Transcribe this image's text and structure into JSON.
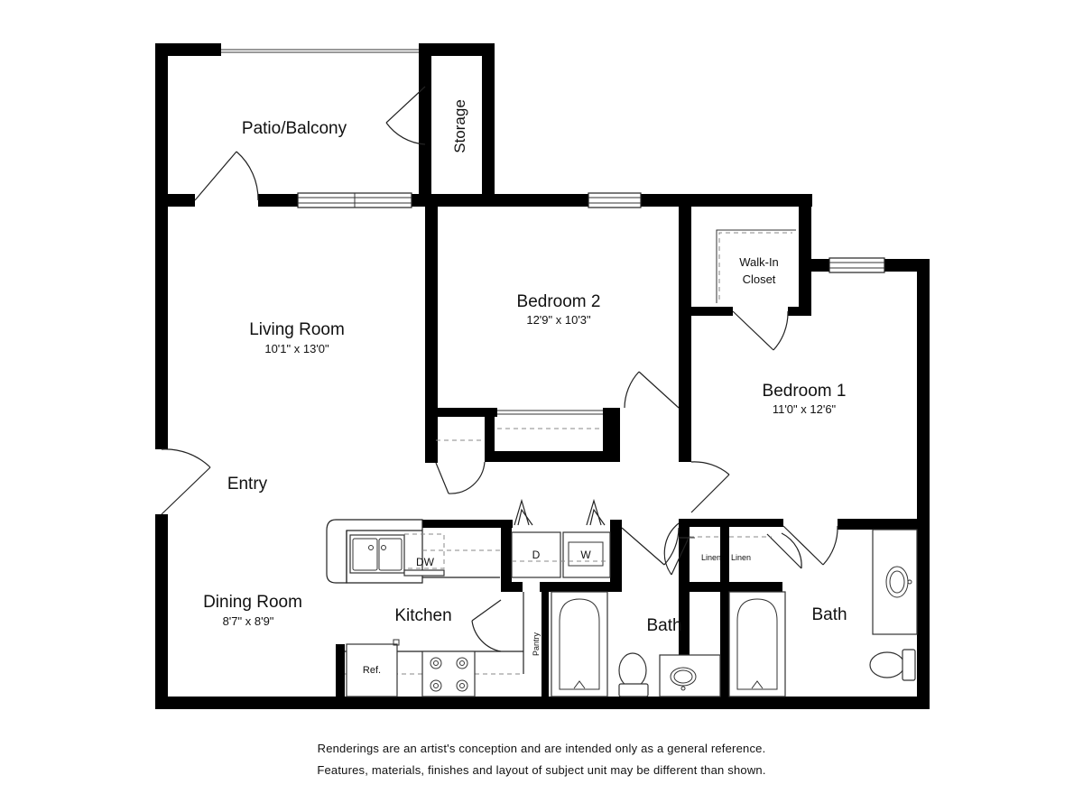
{
  "rooms": {
    "patio": {
      "name": "Patio/Balcony"
    },
    "storage": {
      "name": "Storage"
    },
    "living": {
      "name": "Living Room",
      "dims": "10'1\" x 13'0\""
    },
    "bedroom2": {
      "name": "Bedroom 2",
      "dims": "12'9\" x 10'3\""
    },
    "walkin": {
      "line1": "Walk-In",
      "line2": "Closet"
    },
    "bedroom1": {
      "name": "Bedroom 1",
      "dims": "11'0\" x 12'6\""
    },
    "entry": {
      "name": "Entry"
    },
    "dining": {
      "name": "Dining Room",
      "dims": "8'7\" x 8'9\""
    },
    "kitchen": {
      "name": "Kitchen"
    },
    "bath1": {
      "name": "Bath"
    },
    "bath2": {
      "name": "Bath"
    }
  },
  "fixtures": {
    "dishwasher": "DW",
    "dryer": "D",
    "washer": "W",
    "refrigerator": "Ref.",
    "pantry": "Pantry",
    "linen1": "Linen",
    "linen2": "Linen"
  },
  "disclaimer": {
    "line1": "Renderings are an artist's conception and are intended only as a general reference.",
    "line2": "Features, materials, finishes and layout of subject unit may be different than shown."
  }
}
